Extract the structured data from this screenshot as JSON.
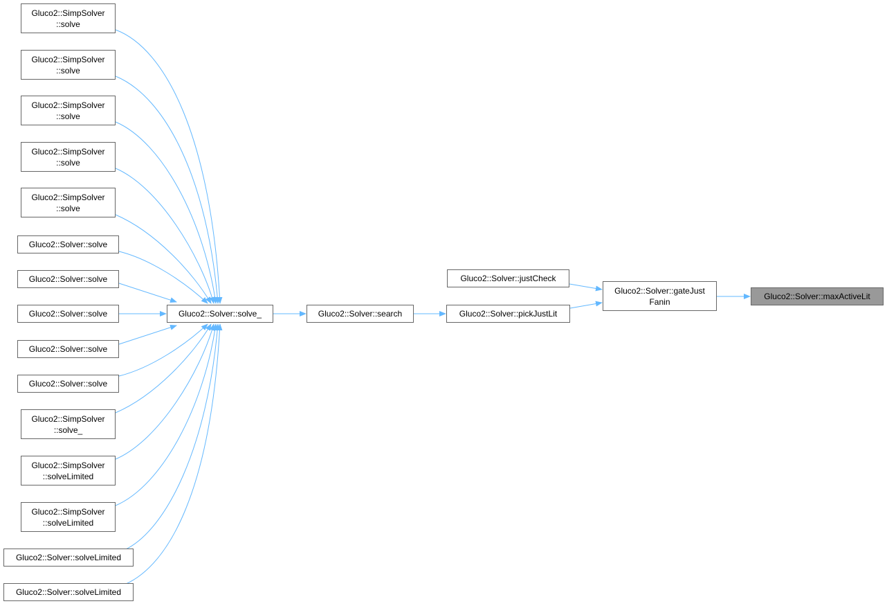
{
  "colors": {
    "edge": "#63b8ff",
    "node_border": "#666666",
    "current_fill": "#999999"
  },
  "nodes": {
    "simp_solve_1": "Gluco2::SimpSolver\n::solve",
    "simp_solve_2": "Gluco2::SimpSolver\n::solve",
    "simp_solve_3": "Gluco2::SimpSolver\n::solve",
    "simp_solve_4": "Gluco2::SimpSolver\n::solve",
    "simp_solve_5": "Gluco2::SimpSolver\n::solve",
    "solver_solve_1": "Gluco2::Solver::solve",
    "solver_solve_2": "Gluco2::Solver::solve",
    "solver_solve_3": "Gluco2::Solver::solve",
    "solver_solve_4": "Gluco2::Solver::solve",
    "solver_solve_5": "Gluco2::Solver::solve",
    "simp_solve_": "Gluco2::SimpSolver\n::solve_",
    "simp_limited_1": "Gluco2::SimpSolver\n::solveLimited",
    "simp_limited_2": "Gluco2::SimpSolver\n::solveLimited",
    "solver_limited_1": "Gluco2::Solver::solveLimited",
    "solver_limited_2": "Gluco2::Solver::solveLimited",
    "solve_": "Gluco2::Solver::solve_",
    "search": "Gluco2::Solver::search",
    "justCheck": "Gluco2::Solver::justCheck",
    "pickJustLit": "Gluco2::Solver::pickJustLit",
    "gateJustFanin": "Gluco2::Solver::gateJust\nFanin",
    "maxActiveLit": "Gluco2::Solver::maxActiveLit"
  }
}
